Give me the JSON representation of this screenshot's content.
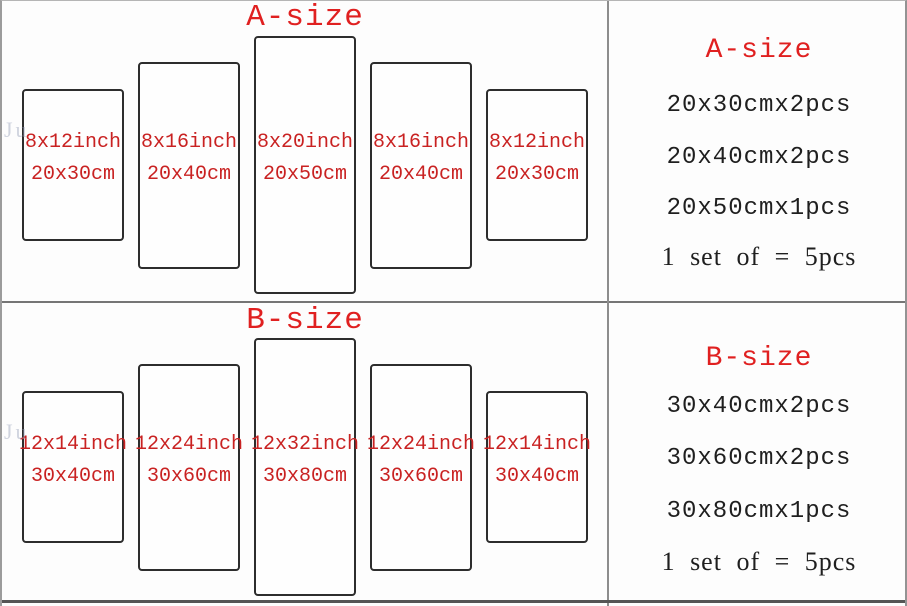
{
  "colors": {
    "title_red": "#e02020",
    "panel_label_red": "#c92222",
    "text_black": "#1f1f1f",
    "panel_border": "#2d2d2d",
    "divider_gray": "#8d8d8d",
    "background": "#fdfdfd"
  },
  "watermark": "Ju",
  "sections": [
    {
      "title": "A-size",
      "panels": [
        {
          "inch": "8x12inch",
          "cm": "20x30cm"
        },
        {
          "inch": "8x16inch",
          "cm": "20x40cm"
        },
        {
          "inch": "8x20inch",
          "cm": "20x50cm"
        },
        {
          "inch": "8x16inch",
          "cm": "20x40cm"
        },
        {
          "inch": "8x12inch",
          "cm": "20x30cm"
        }
      ],
      "summary": {
        "title": "A-size",
        "rows": [
          "20x30cmx2pcs",
          "20x40cmx2pcs",
          "20x50cmx1pcs"
        ],
        "set_line": "1 set of = 5pcs"
      }
    },
    {
      "title": "B-size",
      "panels": [
        {
          "inch": "12x14inch",
          "cm": "30x40cm"
        },
        {
          "inch": "12x24inch",
          "cm": "30x60cm"
        },
        {
          "inch": "12x32inch",
          "cm": "30x80cm"
        },
        {
          "inch": "12x24inch",
          "cm": "30x60cm"
        },
        {
          "inch": "12x14inch",
          "cm": "30x40cm"
        }
      ],
      "summary": {
        "title": "B-size",
        "rows": [
          "30x40cmx2pcs",
          "30x60cmx2pcs",
          "30x80cmx1pcs"
        ],
        "set_line": "1 set of = 5pcs"
      }
    }
  ]
}
